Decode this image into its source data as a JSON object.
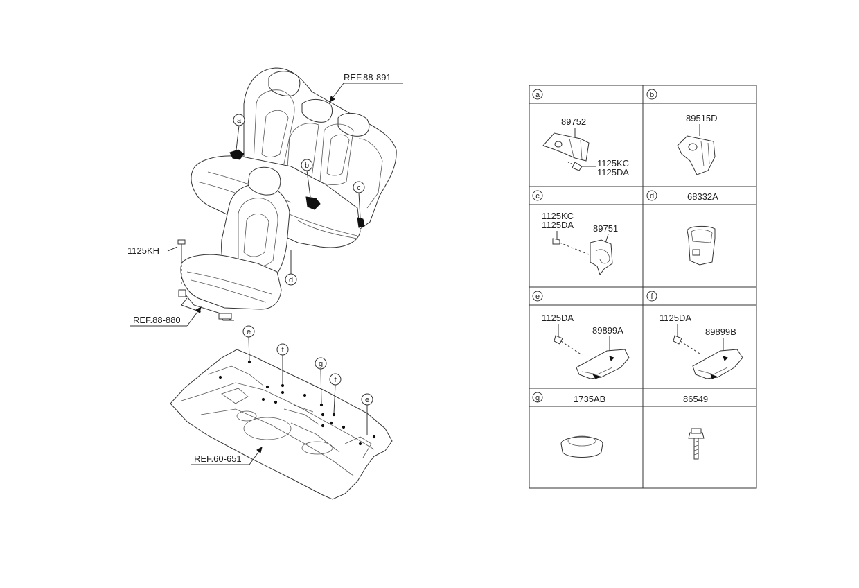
{
  "refs": {
    "rear_seat": "REF.88-891",
    "front_seat": "REF.88-880",
    "floor": "REF.60-651"
  },
  "callouts": {
    "a": "a",
    "b": "b",
    "c": "c",
    "d": "d",
    "e1": "e",
    "e2": "e",
    "f1": "f",
    "f2": "f",
    "g": "g"
  },
  "bolt_label": "1125KH",
  "table": {
    "a": {
      "letter": "a",
      "part": "89752",
      "bolt1": "1125KC",
      "bolt2": "1125DA"
    },
    "b": {
      "letter": "b",
      "part": "89515D"
    },
    "c": {
      "letter": "c",
      "bolt1": "1125KC",
      "bolt2": "1125DA",
      "part": "89751"
    },
    "d": {
      "letter": "d",
      "part": "68332A"
    },
    "e": {
      "letter": "e",
      "bolt": "1125DA",
      "part": "89899A"
    },
    "f": {
      "letter": "f",
      "bolt": "1125DA",
      "part": "89899B"
    },
    "g": {
      "letter": "g",
      "part": "1735AB"
    },
    "h": {
      "part": "86549"
    }
  }
}
